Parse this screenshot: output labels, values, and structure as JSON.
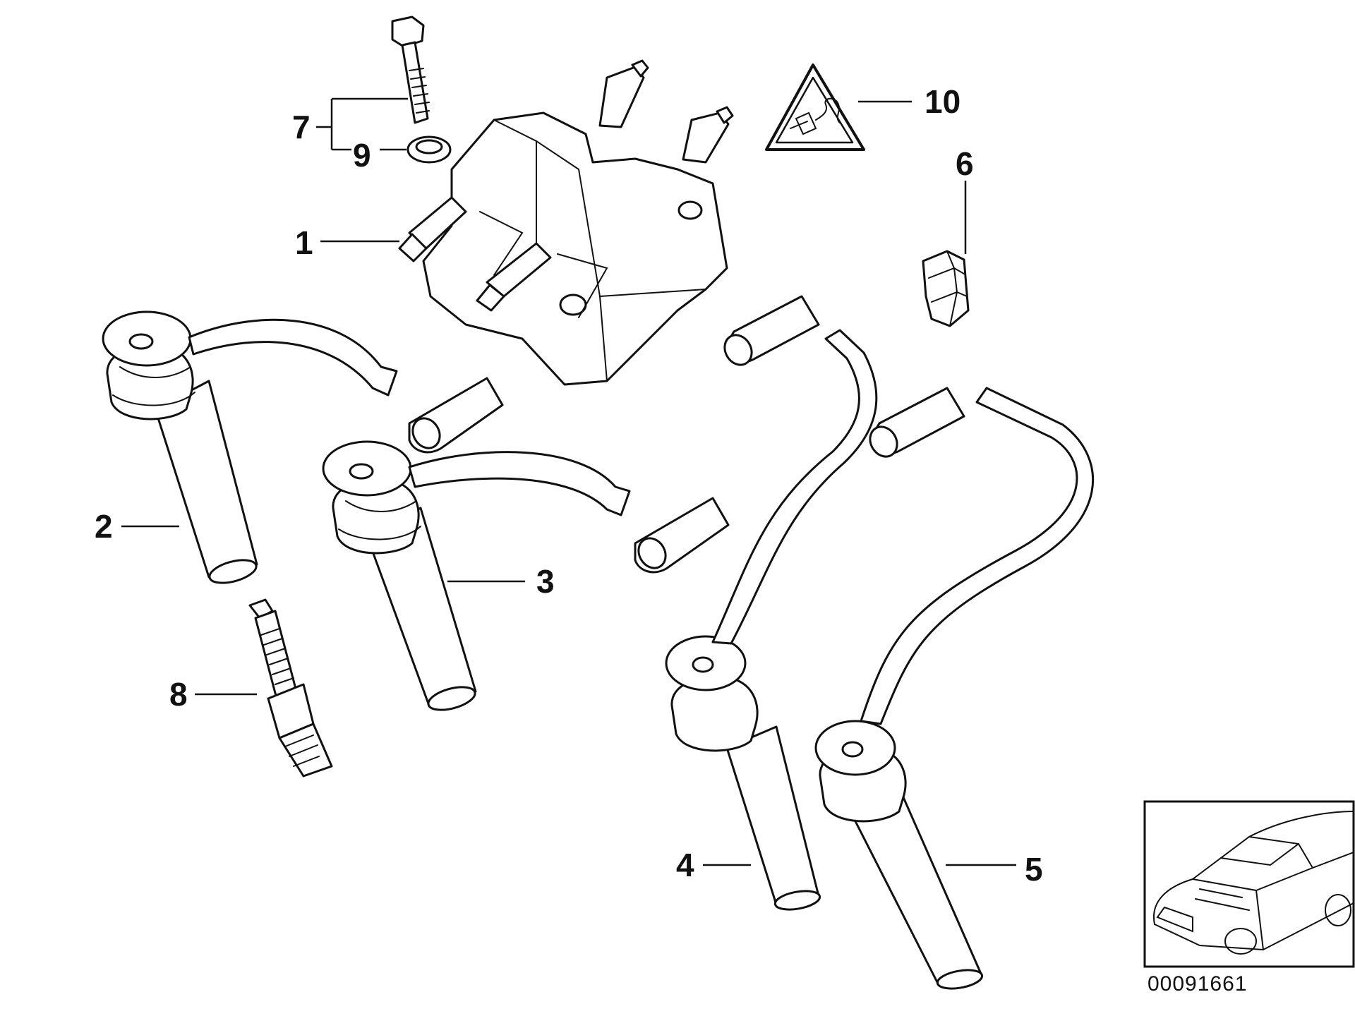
{
  "diagram": {
    "callouts": [
      {
        "id": "1",
        "label": "1"
      },
      {
        "id": "2",
        "label": "2"
      },
      {
        "id": "3",
        "label": "3"
      },
      {
        "id": "4",
        "label": "4"
      },
      {
        "id": "5",
        "label": "5"
      },
      {
        "id": "6",
        "label": "6"
      },
      {
        "id": "7",
        "label": "7"
      },
      {
        "id": "8",
        "label": "8"
      },
      {
        "id": "9",
        "label": "9"
      },
      {
        "id": "10",
        "label": "10"
      }
    ],
    "diagram_number": "00091661",
    "warning_icon": "electrical-plug-warning-icon",
    "colors": {
      "line": "#111111",
      "background": "#ffffff"
    }
  }
}
